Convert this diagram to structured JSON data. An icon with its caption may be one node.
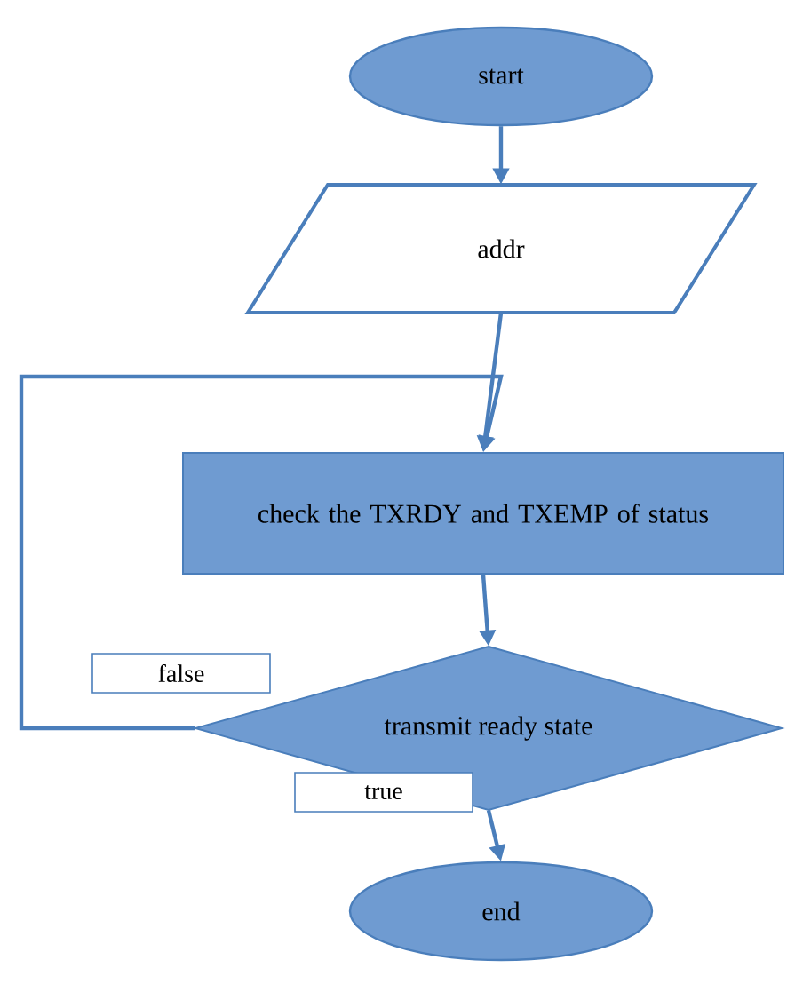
{
  "diagram": {
    "nodes": [
      {
        "text": [
          "start"
        ]
      },
      {
        "text": [
          "addr"
        ]
      },
      {
        "text": [
          "check the TXRDY and TXEMP of status"
        ]
      },
      {
        "text": [
          "transmit ready state"
        ]
      },
      {
        "text": [
          "end"
        ]
      }
    ],
    "edges": [
      {
        "from": 0,
        "to": 1,
        "arrow": "to"
      },
      {
        "from": 1,
        "to": 2,
        "arrow": "to"
      },
      {
        "from": 2,
        "to": 3,
        "arrow": "to"
      },
      {
        "from": 3,
        "to": 2,
        "arrow": "to",
        "label": "false"
      },
      {
        "from": 3,
        "to": 4,
        "arrow": "to",
        "label": "true"
      }
    ]
  }
}
